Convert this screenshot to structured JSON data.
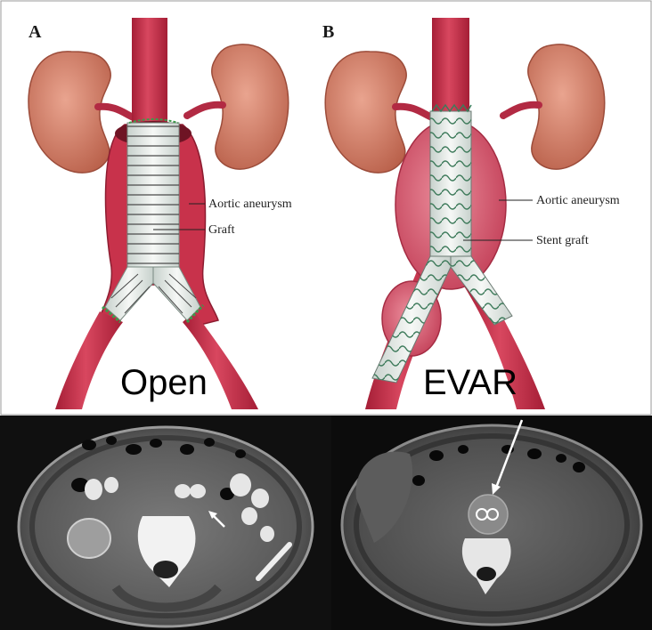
{
  "panels": {
    "a": {
      "letter": "A",
      "aneurysm_label": "Aortic aneurysm",
      "graft_label": "Graft",
      "caption": "Open"
    },
    "b": {
      "letter": "B",
      "aneurysm_label": "Aortic aneurysm",
      "graft_label": "Stent graft",
      "caption": "EVAR"
    }
  },
  "colors": {
    "kidney": "#cf7a63",
    "artery": "#c8324b",
    "aneurysm": "#d9566c",
    "graft": "#eef2ee",
    "stent_wire": "#3d7a5a",
    "ct_background": "#111111"
  }
}
